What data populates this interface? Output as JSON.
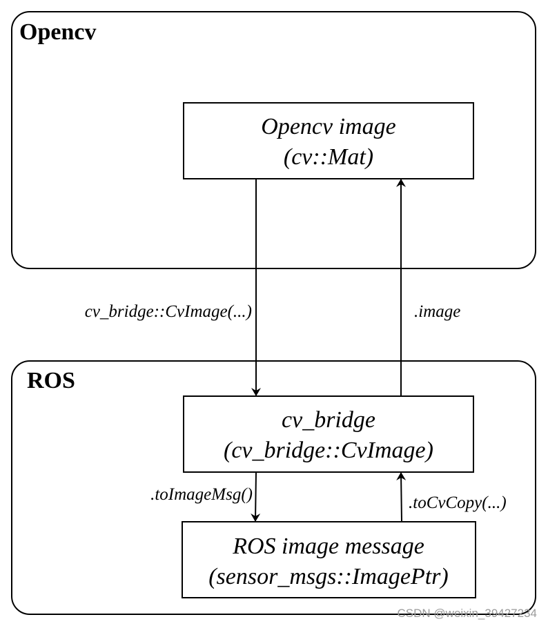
{
  "groups": {
    "opencv": {
      "title": "Opencv"
    },
    "ros": {
      "title": "ROS"
    }
  },
  "nodes": {
    "opencv_image": {
      "line1": "Opencv image",
      "line2": "(cv::Mat)"
    },
    "cv_bridge": {
      "line1": "cv_bridge",
      "line2": "(cv_bridge::CvImage)"
    },
    "ros_image_message": {
      "line1": "ROS image message",
      "line2": "(sensor_msgs::ImagePtr)"
    }
  },
  "edges": {
    "opencv_to_bridge": {
      "label": "cv_bridge::CvImage(...)"
    },
    "bridge_to_opencv": {
      "label": ".image"
    },
    "bridge_to_msg": {
      "label": ".toImageMsg()"
    },
    "msg_to_bridge": {
      "label": ".toCvCopy(...)"
    }
  },
  "watermark": "CSDN @weixin_39427234"
}
